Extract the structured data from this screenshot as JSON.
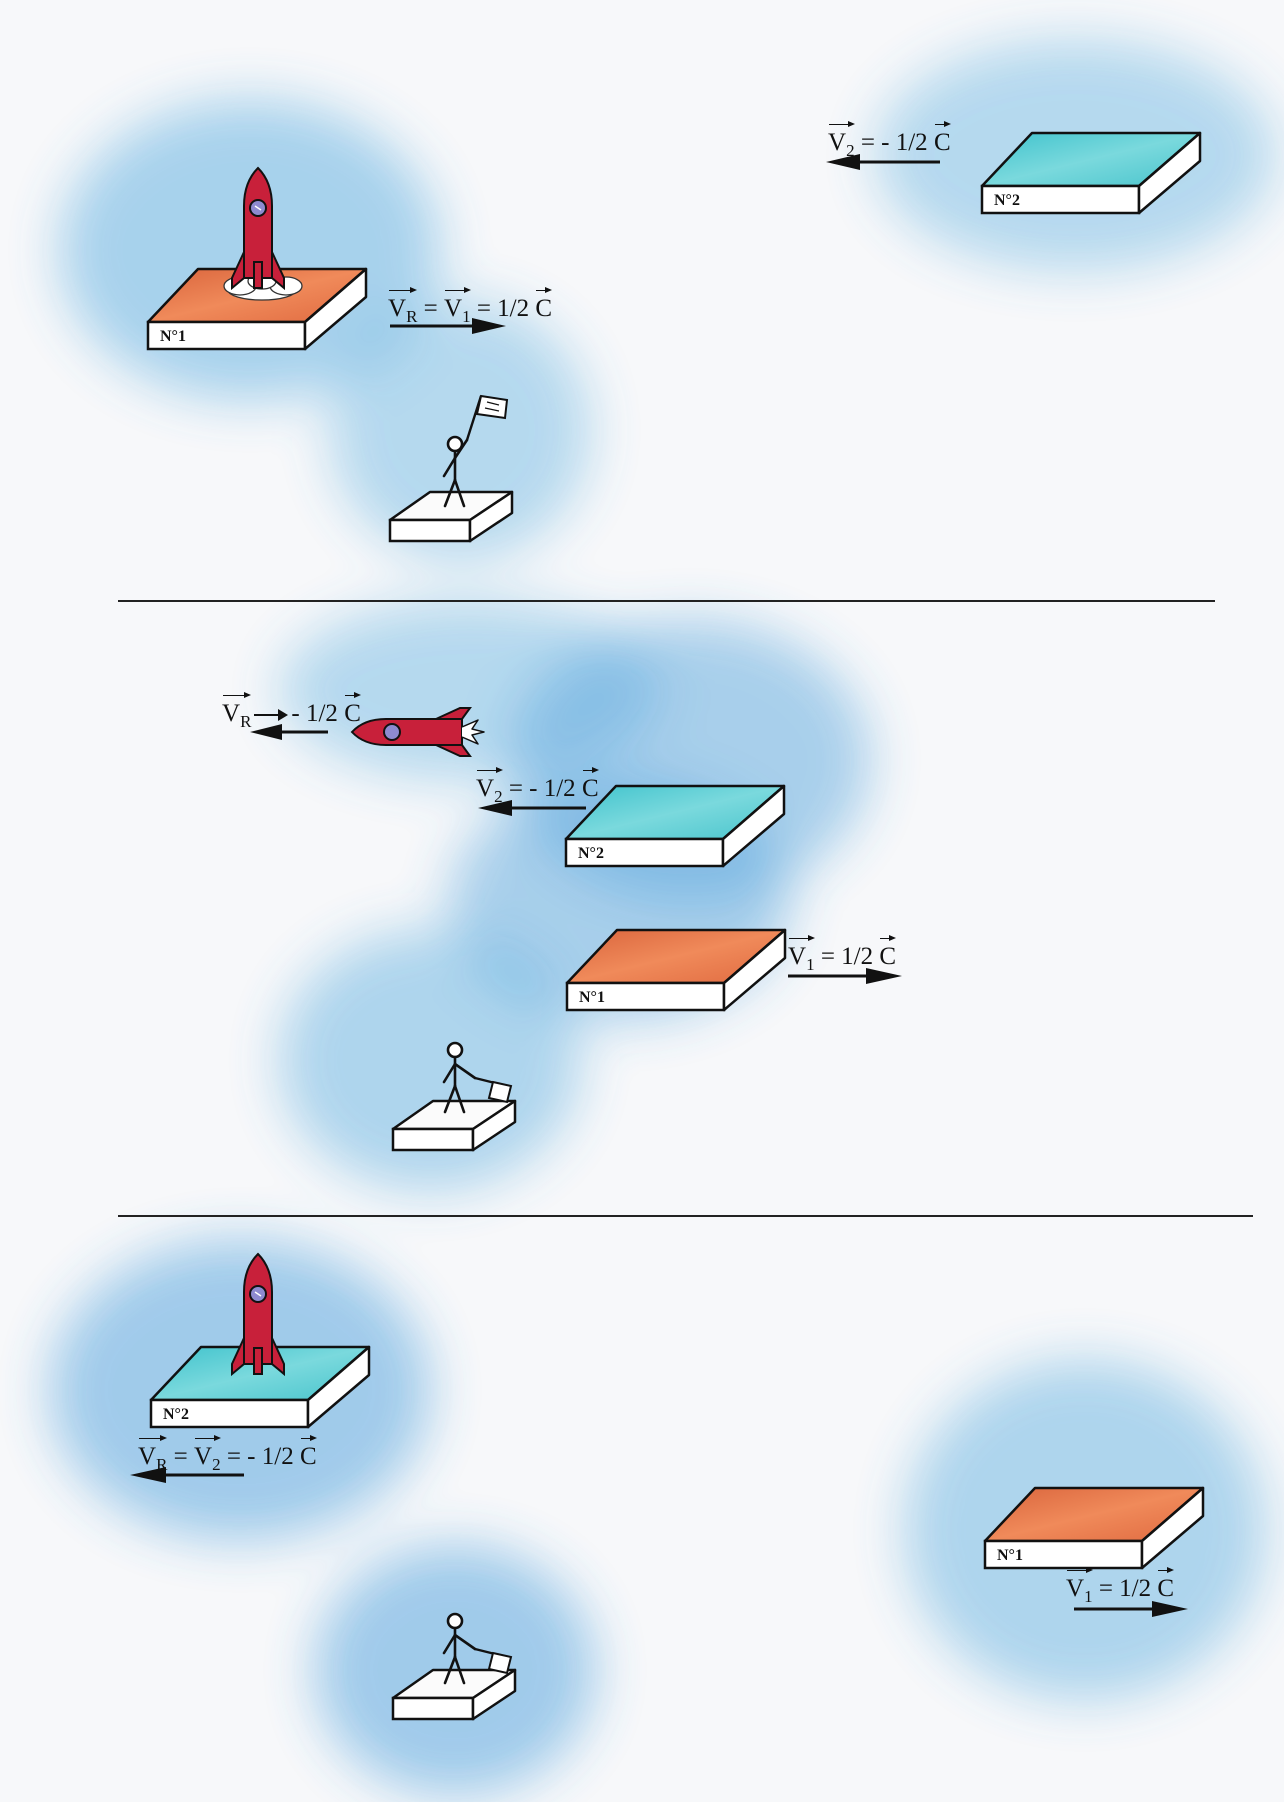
{
  "panel1": {
    "platform1_tag": "N°1",
    "platform2_tag": "N°2",
    "rocket_velocity": {
      "a": "V",
      "a_sub": "R",
      "eq1": " = ",
      "b": "V",
      "b_sub": "1",
      "eq2": " = 1/2 ",
      "c": "C"
    },
    "platform2_velocity": {
      "a": "V",
      "a_sub": "2",
      "eq": " = - 1/2 ",
      "c": "C"
    }
  },
  "panel2": {
    "platform1_tag": "N°1",
    "platform2_tag": "N°2",
    "rocket_velocity": {
      "a": "V",
      "a_sub": "R",
      "eq": "- 1/2 ",
      "c": "C"
    },
    "platform2_velocity": {
      "a": "V",
      "a_sub": "2",
      "eq": " = - 1/2 ",
      "c": "C"
    },
    "platform1_velocity": {
      "a": "V",
      "a_sub": "1",
      "eq": " = 1/2 ",
      "c": "C"
    }
  },
  "panel3": {
    "platform1_tag": "N°1",
    "platform2_tag": "N°2",
    "rocket_velocity": {
      "a": "V",
      "a_sub": "R",
      "eq1": " = ",
      "b": "V",
      "b_sub": "2",
      "eq2": " = - 1/2 ",
      "c": "C"
    },
    "platform1_velocity": {
      "a": "V",
      "a_sub": "1",
      "eq": " = 1/2 ",
      "c": "C"
    }
  },
  "colors": {
    "orange_top": "#e8764a",
    "cyan_top": "#5ccfd6",
    "cloud": "#4aa6dc",
    "rocket": "#c8203a",
    "ink": "#111111"
  }
}
